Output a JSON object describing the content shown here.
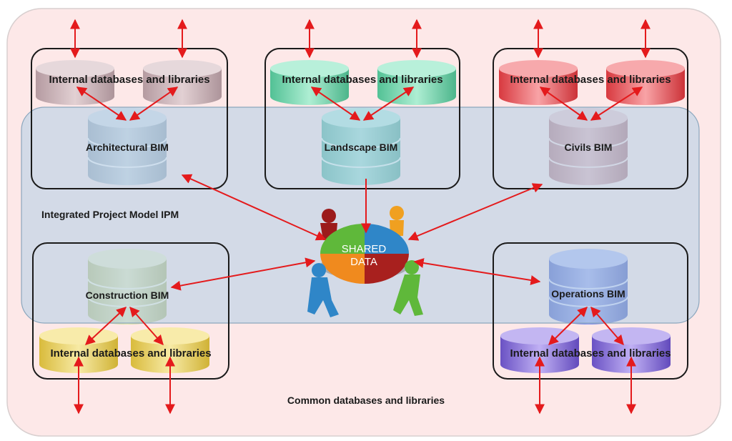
{
  "ipm_label": "Integrated Project Model IPM",
  "common_label": "Common databases and libraries",
  "shared_data": {
    "line1": "SHARED",
    "line2": "DATA"
  },
  "modules": [
    {
      "bim_label": "Architectural BIM",
      "lib_label": "Internal databases and libraries",
      "color": "#a9b6c4",
      "lib_color": "#c9b3b8"
    },
    {
      "bim_label": "Landscape BIM",
      "lib_label": "Internal databases and libraries",
      "color": "#59c7b0",
      "lib_color": "#74d6b2"
    },
    {
      "bim_label": "Civils BIM",
      "lib_label": "Internal databases and libraries",
      "color": "#c9868f",
      "lib_color": "#ea5b63"
    },
    {
      "bim_label": "Construction BIM",
      "lib_label": "Internal databases and libraries",
      "color": "#cdd38f",
      "lib_color": "#efd66a"
    },
    {
      "bim_label": "Operations BIM",
      "lib_label": "Internal databases and libraries",
      "color": "#5e72d8",
      "lib_color": "#8c72d8"
    }
  ],
  "colors": {
    "outer_fill": "#fde8e8",
    "ipm_fill": "#c9dcec",
    "arrow": "#e41a1c"
  }
}
